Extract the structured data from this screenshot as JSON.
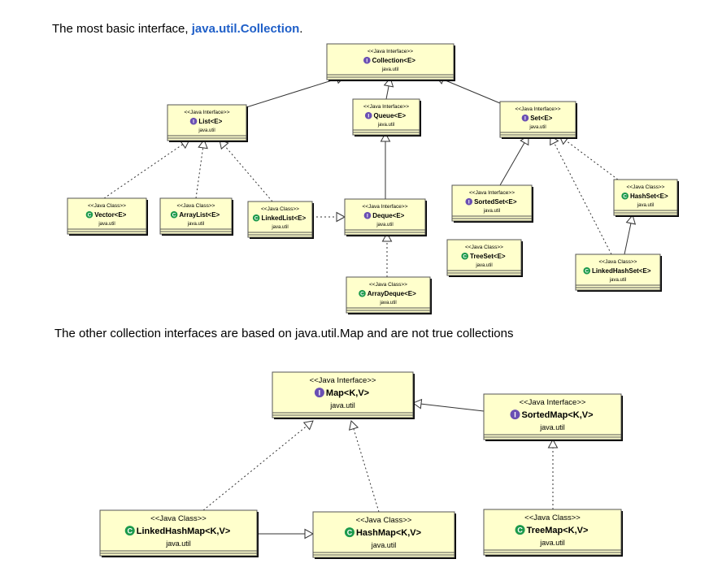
{
  "captions": {
    "top_prefix": "The most basic interface, ",
    "top_code": "java.util.Collection",
    "top_suffix": ".",
    "bottom": "The other collection interfaces are based on java.util.Map and are not true collections"
  },
  "stereotypes": {
    "interface": "<<Java Interface>>",
    "class": "<<Java Class>>"
  },
  "package": "java.util",
  "icon_letters": {
    "interface": "I",
    "class": "C"
  },
  "colors": {
    "interface_icon": "#6a4fb3",
    "class_icon": "#1c9a4c",
    "box_fill": "#ffffcc",
    "link": "#1f5fc8"
  },
  "nodes": {
    "collection": {
      "kind": "interface",
      "name": "Collection<E>"
    },
    "list": {
      "kind": "interface",
      "name": "List<E>"
    },
    "queue": {
      "kind": "interface",
      "name": "Queue<E>"
    },
    "set": {
      "kind": "interface",
      "name": "Set<E>"
    },
    "vector": {
      "kind": "class",
      "name": "Vector<E>"
    },
    "arraylist": {
      "kind": "class",
      "name": "ArrayList<E>"
    },
    "linkedlist": {
      "kind": "class",
      "name": "LinkedList<E>"
    },
    "deque": {
      "kind": "interface",
      "name": "Deque<E>"
    },
    "sortedset": {
      "kind": "interface",
      "name": "SortedSet<E>"
    },
    "hashset": {
      "kind": "class",
      "name": "HashSet<E>"
    },
    "treeset": {
      "kind": "class",
      "name": "TreeSet<E>"
    },
    "linkedhashset": {
      "kind": "class",
      "name": "LinkedHashSet<E>"
    },
    "arraydeque": {
      "kind": "class",
      "name": "ArrayDeque<E>"
    },
    "map": {
      "kind": "interface",
      "name": "Map<K,V>"
    },
    "sortedmap": {
      "kind": "interface",
      "name": "SortedMap<K,V>"
    },
    "linkedhashmap": {
      "kind": "class",
      "name": "LinkedHashMap<K,V>"
    },
    "hashmap": {
      "kind": "class",
      "name": "HashMap<K,V>"
    },
    "treemap": {
      "kind": "class",
      "name": "TreeMap<K,V>"
    }
  },
  "edges": [
    {
      "from": "list",
      "to": "collection",
      "style": "solid"
    },
    {
      "from": "queue",
      "to": "collection",
      "style": "solid"
    },
    {
      "from": "set",
      "to": "collection",
      "style": "solid"
    },
    {
      "from": "vector",
      "to": "list",
      "style": "dashed"
    },
    {
      "from": "arraylist",
      "to": "list",
      "style": "dashed"
    },
    {
      "from": "linkedlist",
      "to": "list",
      "style": "dashed"
    },
    {
      "from": "linkedlist",
      "to": "deque",
      "style": "dashed"
    },
    {
      "from": "deque",
      "to": "queue",
      "style": "solid"
    },
    {
      "from": "arraydeque",
      "to": "deque",
      "style": "dashed"
    },
    {
      "from": "sortedset",
      "to": "set",
      "style": "solid"
    },
    {
      "from": "hashset",
      "to": "set",
      "style": "dashed"
    },
    {
      "from": "linkedhashset",
      "to": "set",
      "style": "dashed"
    },
    {
      "from": "linkedhashset",
      "to": "hashset",
      "style": "solid"
    },
    {
      "from": "sortedmap",
      "to": "map",
      "style": "solid"
    },
    {
      "from": "linkedhashmap",
      "to": "map",
      "style": "dashed"
    },
    {
      "from": "hashmap",
      "to": "map",
      "style": "dashed"
    },
    {
      "from": "linkedhashmap",
      "to": "hashmap",
      "style": "solid"
    },
    {
      "from": "treemap",
      "to": "sortedmap",
      "style": "dashed"
    }
  ]
}
